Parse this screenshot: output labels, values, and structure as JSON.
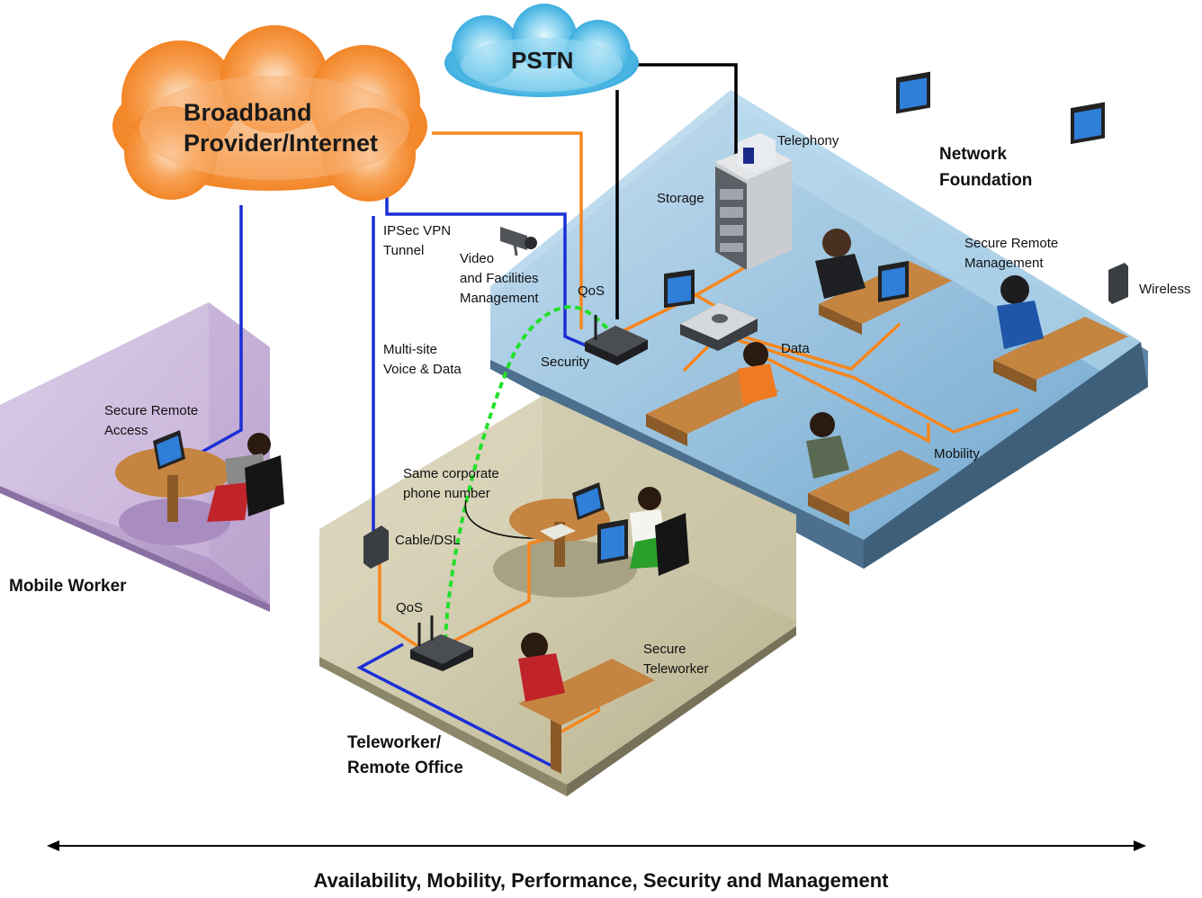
{
  "clouds": {
    "pstn": {
      "label": "PSTN",
      "color": "#29a8e0"
    },
    "broadband": {
      "line1": "Broadband",
      "line2": "Provider/Internet",
      "color": "#f58220"
    }
  },
  "zones": {
    "mobile_worker": {
      "title": "Mobile Worker",
      "color": "#b89ac8"
    },
    "teleworker": {
      "title_line1": "Teleworker/",
      "title_line2": "Remote Office",
      "color": "#c8c2a2"
    },
    "network_foundation": {
      "title_line1": "Network",
      "title_line2": "Foundation",
      "color": "#9ec4e0"
    }
  },
  "labels": {
    "telephony": "Telephony",
    "storage": "Storage",
    "ipsec_1": "IPSec VPN",
    "ipsec_2": "Tunnel",
    "video_1": "Video",
    "video_2": "and Facilities",
    "video_3": "Management",
    "qos_hq": "QoS",
    "security": "Security",
    "data": "Data",
    "multisite_1": "Multi-site",
    "multisite_2": "Voice & Data",
    "secure_remote_access_1": "Secure Remote",
    "secure_remote_access_2": "Access",
    "secure_remote_mgmt_1": "Secure Remote",
    "secure_remote_mgmt_2": "Management",
    "wireless": "Wireless",
    "mobility": "Mobility",
    "same_number_1": "Same corporate",
    "same_number_2": "phone number",
    "cable_dsl": "Cable/DSL",
    "qos_tele": "QoS",
    "secure_teleworker_1": "Secure",
    "secure_teleworker_2": "Teleworker"
  },
  "link_colors": {
    "vpn": "#1a2fd6",
    "lan": "#f7861c",
    "pstn": "#000000",
    "voice": "#22e02a"
  },
  "footer": "Availability, Mobility, Performance, Security and Management"
}
